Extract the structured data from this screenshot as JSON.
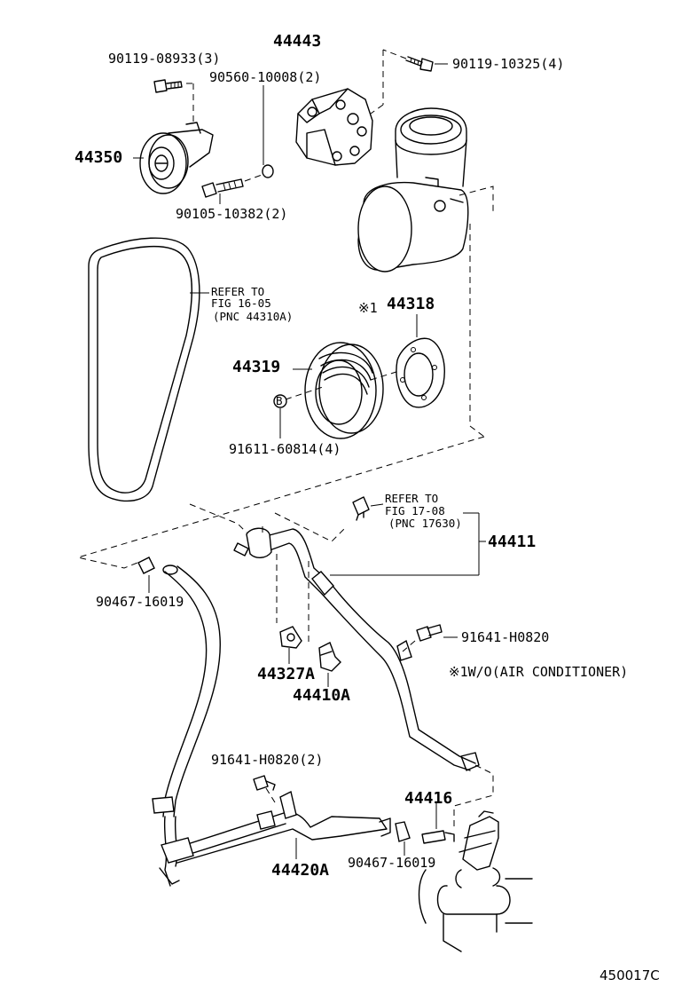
{
  "figure_id": "450017C",
  "note": "※1W/O(AIR CONDITIONER)",
  "parts": {
    "bracket_44443": "44443",
    "spacer_9056010008": "90560-10008(2)",
    "bolt_9011908933": "90119-08933(3)",
    "bolt_9011910325": "90119-10325(4)",
    "idler_44350": "44350",
    "bolt_9010510382": "90105-10382(2)",
    "plate_44318": "44318",
    "plate_44318_mark": "※1",
    "pulley_44319": "44319",
    "nut_9161160814": "91611-60814(4)",
    "hose_44411": "44411",
    "bolt_91641h0820_a": "91641-H0820",
    "bolt_91641h0820_b": "91641-H0820(2)",
    "clamp_9046716019_a": "90467-16019",
    "clamp_9046716019_b": "90467-16019",
    "clamp_44327a": "44327A",
    "bolt_44410a": "44410A",
    "tube_44420a": "44420A",
    "tube_44416": "44416"
  },
  "refer_belt": {
    "line1": "REFER TO",
    "line2": "FIG 16-05",
    "line3": "(PNC 44310A)"
  },
  "refer_switch": {
    "line1": "REFER TO",
    "line2": "FIG 17-08",
    "line3": "(PNC 17630)"
  }
}
